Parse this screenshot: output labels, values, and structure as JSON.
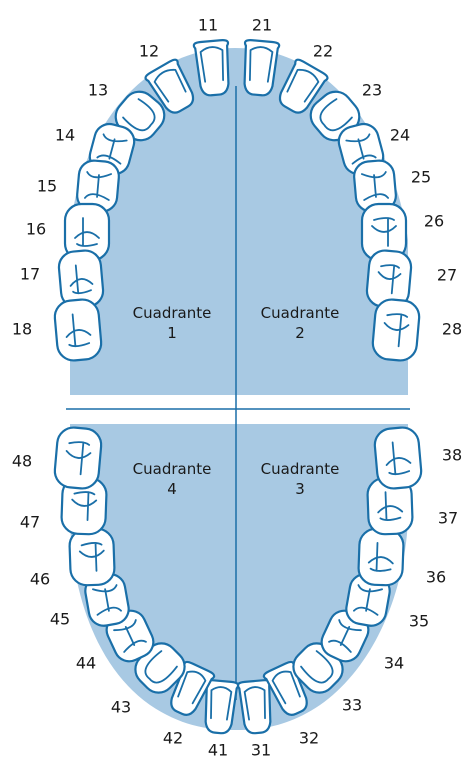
{
  "colors": {
    "region_fill": "#a8c9e3",
    "outline": "#1a6fa8",
    "tooth_fill": "#ffffff",
    "text": "#1a1a1a"
  },
  "quadrants": [
    {
      "id": "q1",
      "line1": "Cuadrante",
      "line2": "1"
    },
    {
      "id": "q2",
      "line1": "Cuadrante",
      "line2": "2"
    },
    {
      "id": "q4",
      "line1": "Cuadrante",
      "line2": "4"
    },
    {
      "id": "q3",
      "line1": "Cuadrante",
      "line2": "3"
    }
  ],
  "upper_teeth": [
    "11",
    "12",
    "13",
    "14",
    "15",
    "16",
    "17",
    "18",
    "21",
    "22",
    "23",
    "24",
    "25",
    "26",
    "27",
    "28"
  ],
  "lower_teeth": [
    "31",
    "32",
    "33",
    "34",
    "35",
    "36",
    "37",
    "38",
    "41",
    "42",
    "43",
    "44",
    "45",
    "46",
    "47",
    "48"
  ]
}
